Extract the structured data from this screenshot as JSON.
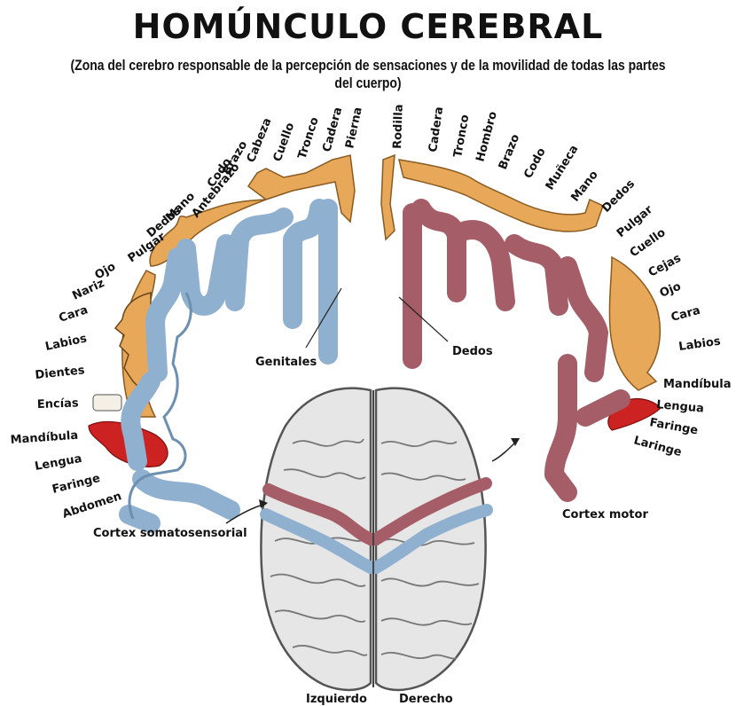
{
  "title": "HOMÚNCULO CEREBRAL",
  "subtitle": "(Zona del cerebro responsable de la percepción de sensaciones y de la movilidad de todas las partes del cuerpo)",
  "colors": {
    "sensory_cortex": "#8fb0cf",
    "motor_cortex": "#a55e67",
    "homunculus_body": "#e8a85a",
    "tongue": "#cc2222",
    "brain": "#e6e6e6"
  },
  "sensory": {
    "cortex_label": "Cortex somatosensorial",
    "genitals_label": "Genitales",
    "parts": [
      "Pierna",
      "Cadera",
      "Tronco",
      "Cuello",
      "Cabeza",
      "Brazo",
      "Codo",
      "Antebrazo",
      "Mano",
      "Dedos",
      "Pulgar",
      "Ojo",
      "Nariz",
      "Cara",
      "Labios",
      "Dientes",
      "Encías",
      "Mandíbula",
      "Lengua",
      "Faringe",
      "Abdomen"
    ]
  },
  "motor": {
    "cortex_label": "Cortex motor",
    "toes_label": "Dedos",
    "parts": [
      "Rodilla",
      "Cadera",
      "Tronco",
      "Hombro",
      "Brazo",
      "Codo",
      "Muñeca",
      "Mano",
      "Dedos",
      "Pulgar",
      "Cuello",
      "Cejas",
      "Ojo",
      "Cara",
      "Labios",
      "Mandíbula",
      "Lengua",
      "Faringe",
      "Laringe"
    ]
  },
  "brain": {
    "left_label": "Izquierdo",
    "right_label": "Derecho"
  }
}
